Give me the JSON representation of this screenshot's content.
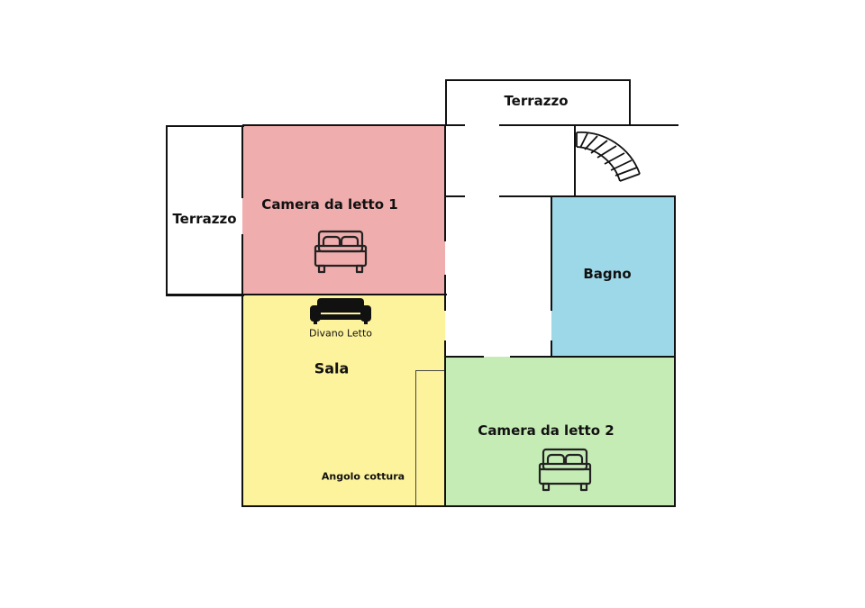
{
  "colors": {
    "bedroom1": "#f0adad",
    "living": "#fdf39c",
    "bathroom": "#9dd8e8",
    "bedroom2": "#c6ecb6",
    "wall": "#111111"
  },
  "rooms": {
    "terrace_top": {
      "label": "Terrazzo"
    },
    "terrace_left": {
      "label": "Terrazzo"
    },
    "bedroom1": {
      "label": "Camera da letto 1"
    },
    "bathroom": {
      "label": "Bagno"
    },
    "living": {
      "label": "Sala"
    },
    "sofa_bed": {
      "label": "Divano Letto"
    },
    "kitchenette": {
      "label": "Angolo cottura"
    },
    "bedroom2": {
      "label": "Camera da letto 2"
    }
  },
  "icons": {
    "bed1": "double-bed-icon",
    "bed2": "double-bed-icon",
    "sofa": "sofa-icon",
    "stairs": "spiral-stairs-icon"
  }
}
